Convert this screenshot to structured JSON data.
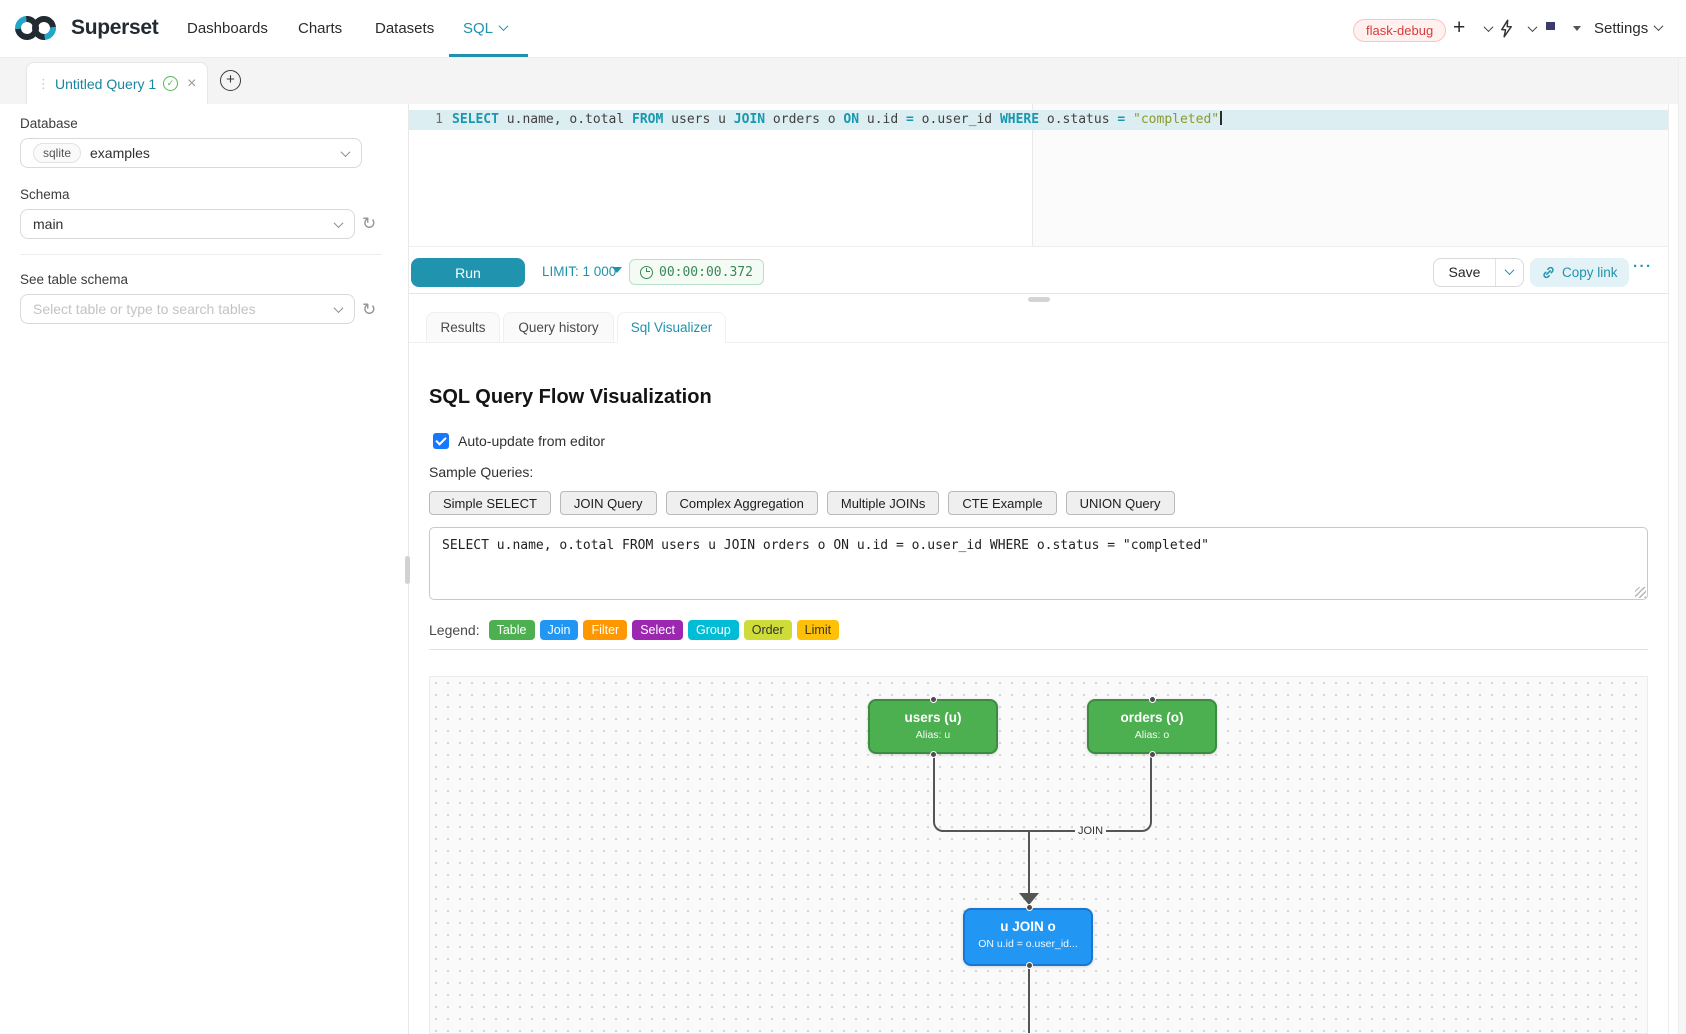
{
  "navbar": {
    "brand": "Superset",
    "items": [
      {
        "label": "Dashboards"
      },
      {
        "label": "Charts"
      },
      {
        "label": "Datasets"
      },
      {
        "label": "SQL",
        "active": true
      }
    ],
    "env_badge": "flask-debug",
    "plus_label": "+",
    "settings_label": "Settings",
    "accent_color": "#1f93ad"
  },
  "query_tabs": {
    "active_title": "Untitled Query 1",
    "close_icon": "×"
  },
  "sidebar": {
    "database_label": "Database",
    "database_engine": "sqlite",
    "database_value": "examples",
    "schema_label": "Schema",
    "schema_value": "main",
    "table_label": "See table schema",
    "table_placeholder": "Select table or type to search tables",
    "refresh_icon": "↻"
  },
  "editor": {
    "line_number": "1",
    "tokens": [
      {
        "text": "SELECT",
        "type": "kw"
      },
      {
        "text": " u.name, o.total ",
        "type": "plain"
      },
      {
        "text": "FROM",
        "type": "kw"
      },
      {
        "text": " users u ",
        "type": "plain"
      },
      {
        "text": "JOIN",
        "type": "kw"
      },
      {
        "text": " orders o ",
        "type": "plain"
      },
      {
        "text": "ON",
        "type": "kw"
      },
      {
        "text": " u.id ",
        "type": "plain"
      },
      {
        "text": "=",
        "type": "kw"
      },
      {
        "text": " o.user_id ",
        "type": "plain"
      },
      {
        "text": "WHERE",
        "type": "kw"
      },
      {
        "text": " o.status ",
        "type": "plain"
      },
      {
        "text": "=",
        "type": "kw"
      },
      {
        "text": " ",
        "type": "plain"
      },
      {
        "text": "\"completed\"",
        "type": "str"
      }
    ]
  },
  "toolbar": {
    "run_label": "Run",
    "limit_label": "LIMIT:",
    "limit_value": "1 000",
    "timer_value": "00:00:00.372",
    "save_label": "Save",
    "copy_link_label": "Copy link",
    "more_label": "···"
  },
  "south_tabs": [
    {
      "label": "Results"
    },
    {
      "label": "Query history"
    },
    {
      "label": "Sql Visualizer",
      "active": true
    }
  ],
  "visualizer": {
    "heading": "SQL Query Flow Visualization",
    "auto_update_label": "Auto-update from editor",
    "auto_update_checked": true,
    "sample_queries_label": "Sample Queries:",
    "sample_buttons": [
      "Simple SELECT",
      "JOIN Query",
      "Complex Aggregation",
      "Multiple JOINs",
      "CTE Example",
      "UNION Query"
    ],
    "query_text": "SELECT u.name, o.total FROM users u JOIN orders o ON u.id = o.user_id WHERE o.status = \"completed\"",
    "legend_label": "Legend:",
    "legend": [
      {
        "label": "Table",
        "color": "#4caf50",
        "text_color": "#ffffff"
      },
      {
        "label": "Join",
        "color": "#2196f3",
        "text_color": "#ffffff"
      },
      {
        "label": "Filter",
        "color": "#ff9800",
        "text_color": "#ffffff"
      },
      {
        "label": "Select",
        "color": "#9c27b0",
        "text_color": "#ffffff"
      },
      {
        "label": "Group",
        "color": "#00bcd4",
        "text_color": "#ffffff"
      },
      {
        "label": "Order",
        "color": "#cddc39",
        "text_color": "#333333"
      },
      {
        "label": "Limit",
        "color": "#ffc107",
        "text_color": "#333333"
      }
    ],
    "flow": {
      "nodes": [
        {
          "id": "users",
          "title": "users (u)",
          "subtitle": "Alias: u",
          "color": "#4caf50"
        },
        {
          "id": "orders",
          "title": "orders (o)",
          "subtitle": "Alias: o",
          "color": "#4caf50"
        },
        {
          "id": "join",
          "title": "u JOIN o",
          "subtitle": "ON u.id = o.user_id...",
          "color": "#2196f3"
        }
      ],
      "edge_label": "JOIN"
    }
  }
}
